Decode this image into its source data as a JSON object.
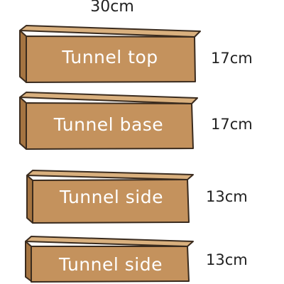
{
  "title_measure": "30cm",
  "pieces": [
    {
      "label": "Tunnel top",
      "measure": "17cm"
    },
    {
      "label": "Tunnel base",
      "measure": "17cm"
    },
    {
      "label": "Tunnel side",
      "measure": "13cm"
    },
    {
      "label": "Tunnel side",
      "measure": "13cm"
    }
  ],
  "colors": {
    "front": "#C4925D",
    "top_edge": "#D9B07E",
    "side_edge": "#A57441",
    "outline": "#3A2B1E",
    "label": "#FFFFFF",
    "text": "#222222"
  }
}
